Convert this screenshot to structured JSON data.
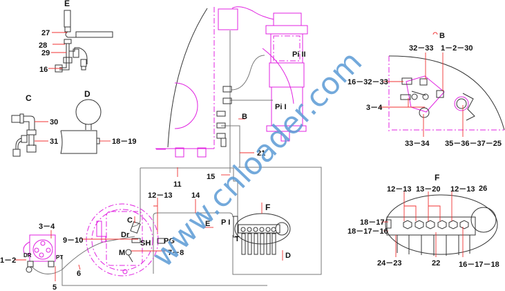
{
  "watermark": "www.cnloader.com",
  "colors": {
    "outline": "#333333",
    "hose": "#777777",
    "component": "#e020e0",
    "leader": "#f03030",
    "watermark": "#5b9bd5"
  },
  "detail_e": {
    "title": "E",
    "labels": [
      "27",
      "28",
      "29",
      "16"
    ]
  },
  "detail_c": {
    "title": "C",
    "labels": [
      "30",
      "31"
    ]
  },
  "detail_d": {
    "title": "D",
    "labels": [
      "18－19"
    ]
  },
  "main": {
    "labels": {
      "l11": "11",
      "l12_13": "12－13",
      "l14": "14",
      "l15": "15",
      "l21": "21",
      "b": "B",
      "f": "F",
      "p1": "P I",
      "t": "T",
      "e": "E",
      "d": "D",
      "c": "C",
      "dr": "Dr",
      "sh": "SH",
      "pg": "PG",
      "m": "M",
      "l7_8": "7－8",
      "l9_10": "9－10",
      "l6": "6",
      "l5": "5",
      "l3_4": "3－4",
      "l1_2": "1－2",
      "dr_small": "DR",
      "pt_small": "PT",
      "pi2": "Pi II",
      "pi1": "Pi I"
    }
  },
  "detail_b": {
    "title": "B",
    "labels": {
      "a": "32－33",
      "b": "1－2－30",
      "c": "16－32－33",
      "d": "3－4",
      "e": "33－34",
      "f": "35－36－37－25"
    }
  },
  "detail_f": {
    "title": "F",
    "labels": {
      "a": "12－13",
      "b": "13－20",
      "c": "12－13",
      "d": "26",
      "e": "18－17",
      "f": "18－17－16",
      "g": "24－23",
      "h": "22",
      "i": "16－17－18"
    }
  }
}
